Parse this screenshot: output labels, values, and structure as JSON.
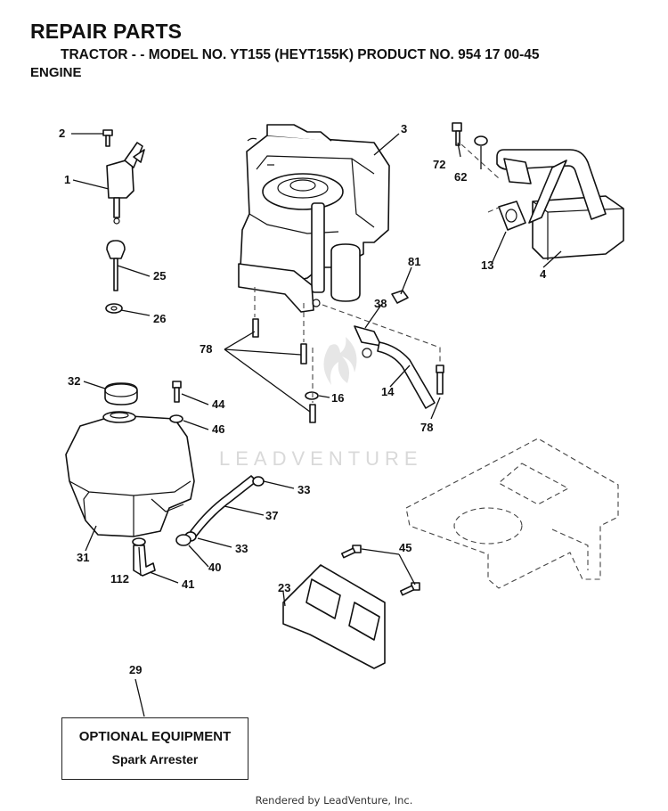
{
  "header": {
    "title": "REPAIR PARTS",
    "subtitle": "TRACTOR - - MODEL NO. YT155 (HEYT155K) PRODUCT NO. 954 17 00-45",
    "section": "ENGINE"
  },
  "callouts": {
    "p1": "1",
    "p2": "2",
    "p3": "3",
    "p4": "4",
    "p13": "13",
    "p14": "14",
    "p16": "16",
    "p23": "23",
    "p25": "25",
    "p26": "26",
    "p29": "29",
    "p31": "31",
    "p32": "32",
    "p33a": "33",
    "p33b": "33",
    "p37": "37",
    "p38": "38",
    "p40": "40",
    "p41": "41",
    "p44": "44",
    "p45": "45",
    "p46": "46",
    "p62": "62",
    "p72": "72",
    "p78a": "78",
    "p78b": "78",
    "p81": "81",
    "p112": "112"
  },
  "optional": {
    "title": "OPTIONAL EQUIPMENT",
    "item": "Spark Arrester"
  },
  "watermark": "LEADVENTURE",
  "footer": "Rendered by LeadVenture, Inc."
}
